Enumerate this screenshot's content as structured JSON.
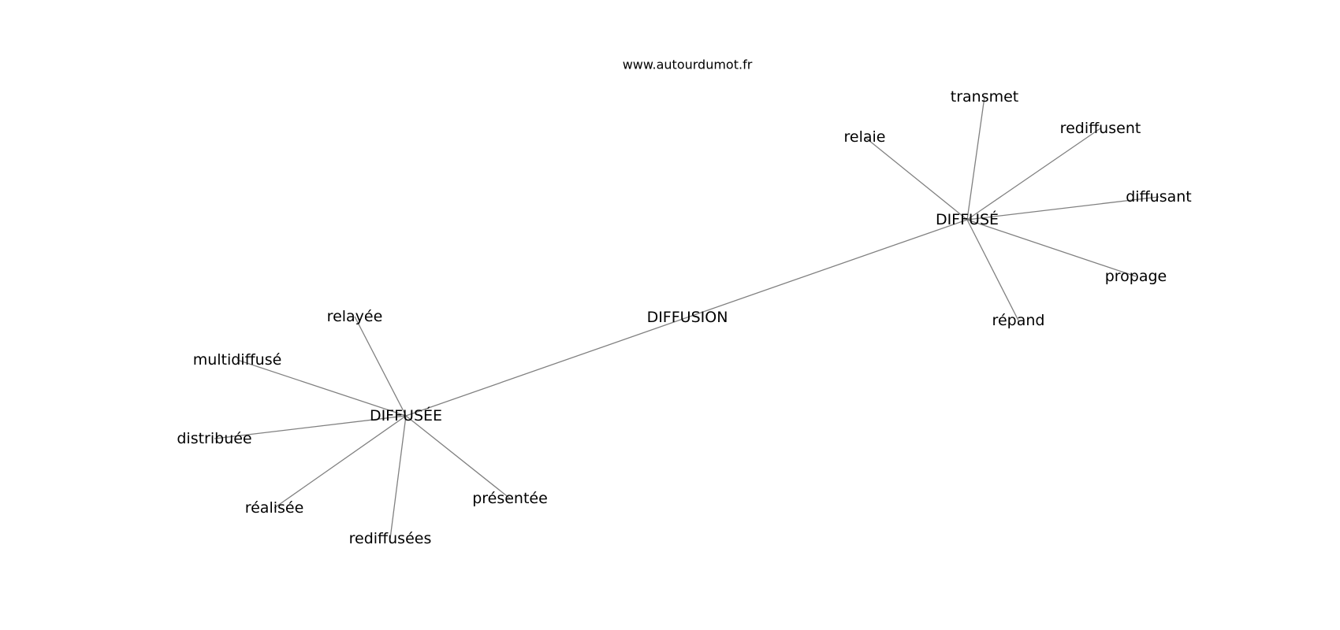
{
  "source": "www.autourdumot.fr",
  "graph": {
    "nodes": [
      {
        "id": "diffusion",
        "label": "DIFFUSION"
      },
      {
        "id": "diffuse",
        "label": "DIFFUSÉ"
      },
      {
        "id": "diffusee",
        "label": "DIFFUSÉE"
      },
      {
        "id": "transmet",
        "label": "transmet"
      },
      {
        "id": "rediffusent",
        "label": "rediffusent"
      },
      {
        "id": "relaie",
        "label": "relaie"
      },
      {
        "id": "diffusant",
        "label": "diffusant"
      },
      {
        "id": "propage",
        "label": "propage"
      },
      {
        "id": "repand",
        "label": "répand"
      },
      {
        "id": "relayee",
        "label": "relayée"
      },
      {
        "id": "multidiffuse",
        "label": "multidiffusé"
      },
      {
        "id": "distribuee",
        "label": "distribuée"
      },
      {
        "id": "realisee",
        "label": "réalisée"
      },
      {
        "id": "rediffusees",
        "label": "rediffusées"
      },
      {
        "id": "presentee",
        "label": "présentée"
      }
    ],
    "edges": [
      [
        "diffusion",
        "diffuse"
      ],
      [
        "diffusion",
        "diffusee"
      ],
      [
        "diffuse",
        "transmet"
      ],
      [
        "diffuse",
        "rediffusent"
      ],
      [
        "diffuse",
        "relaie"
      ],
      [
        "diffuse",
        "diffusant"
      ],
      [
        "diffuse",
        "propage"
      ],
      [
        "diffuse",
        "repand"
      ],
      [
        "diffusee",
        "relayee"
      ],
      [
        "diffusee",
        "multidiffuse"
      ],
      [
        "diffusee",
        "distribuee"
      ],
      [
        "diffusee",
        "realisee"
      ],
      [
        "diffusee",
        "rediffusees"
      ],
      [
        "diffusee",
        "presentee"
      ]
    ]
  }
}
